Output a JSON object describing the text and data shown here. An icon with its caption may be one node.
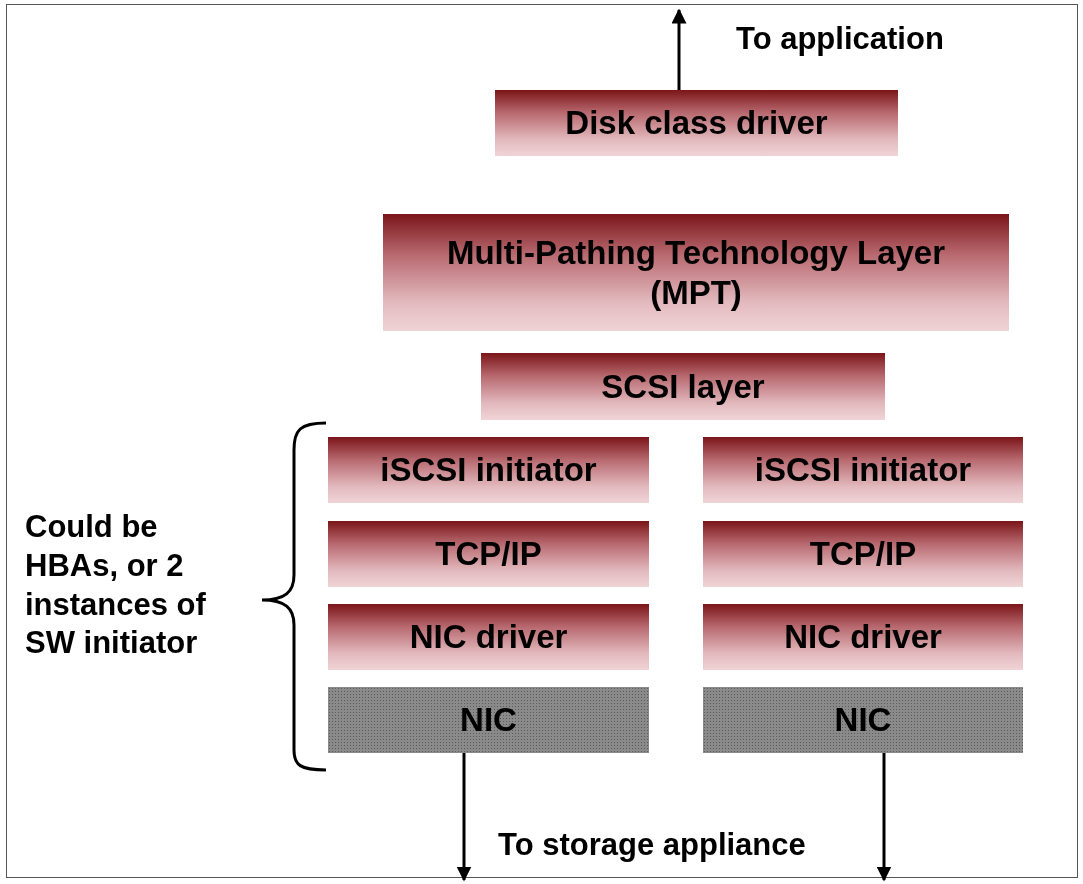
{
  "diagram": {
    "nodes": [
      {
        "text": [
          "Disk class driver"
        ]
      },
      {
        "text": [
          "Multi-Pathing Technology Layer (MPT)"
        ]
      },
      {
        "text": [
          "SCSI layer"
        ]
      },
      {
        "text": [
          "iSCSI initiator"
        ]
      },
      {
        "text": [
          "iSCSI initiator"
        ]
      },
      {
        "text": [
          "TCP/IP"
        ]
      },
      {
        "text": [
          "TCP/IP"
        ]
      },
      {
        "text": [
          "NIC driver"
        ]
      },
      {
        "text": [
          "NIC driver"
        ]
      },
      {
        "text": [
          "NIC"
        ]
      },
      {
        "text": [
          "NIC"
        ]
      }
    ],
    "edges": [
      {
        "from": 0,
        "to": null,
        "arrow": "to"
      },
      {
        "from": 9,
        "to": null,
        "arrow": "to"
      },
      {
        "from": 10,
        "to": null,
        "arrow": "to"
      }
    ],
    "labels": [
      "To application",
      "Could be HBAs, or 2 instances of SW initiator",
      "To storage appliance"
    ]
  }
}
